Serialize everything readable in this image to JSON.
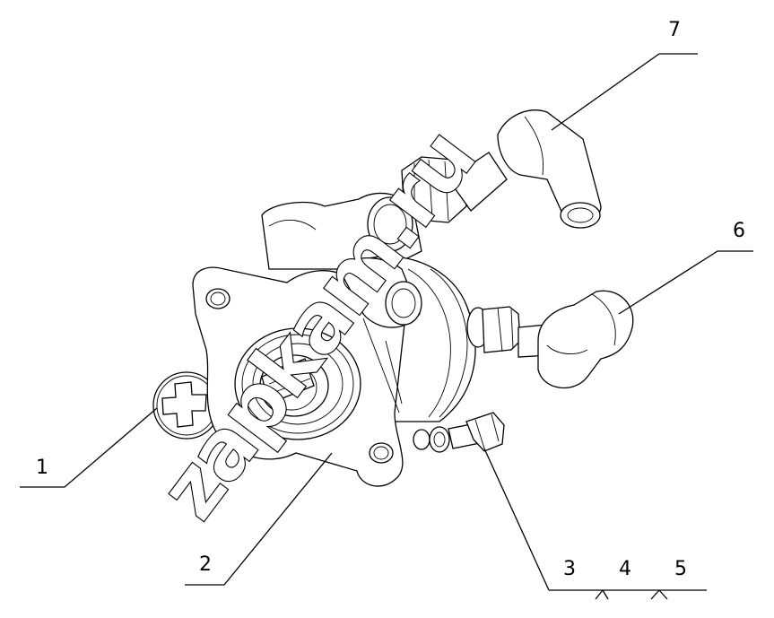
{
  "callouts": [
    {
      "id": "1",
      "label": "1"
    },
    {
      "id": "2",
      "label": "2"
    },
    {
      "id": "3",
      "label": "3"
    },
    {
      "id": "4",
      "label": "4"
    },
    {
      "id": "5",
      "label": "5"
    },
    {
      "id": "6",
      "label": "6"
    },
    {
      "id": "7",
      "label": "7"
    }
  ],
  "watermark": "zapkam.ru"
}
